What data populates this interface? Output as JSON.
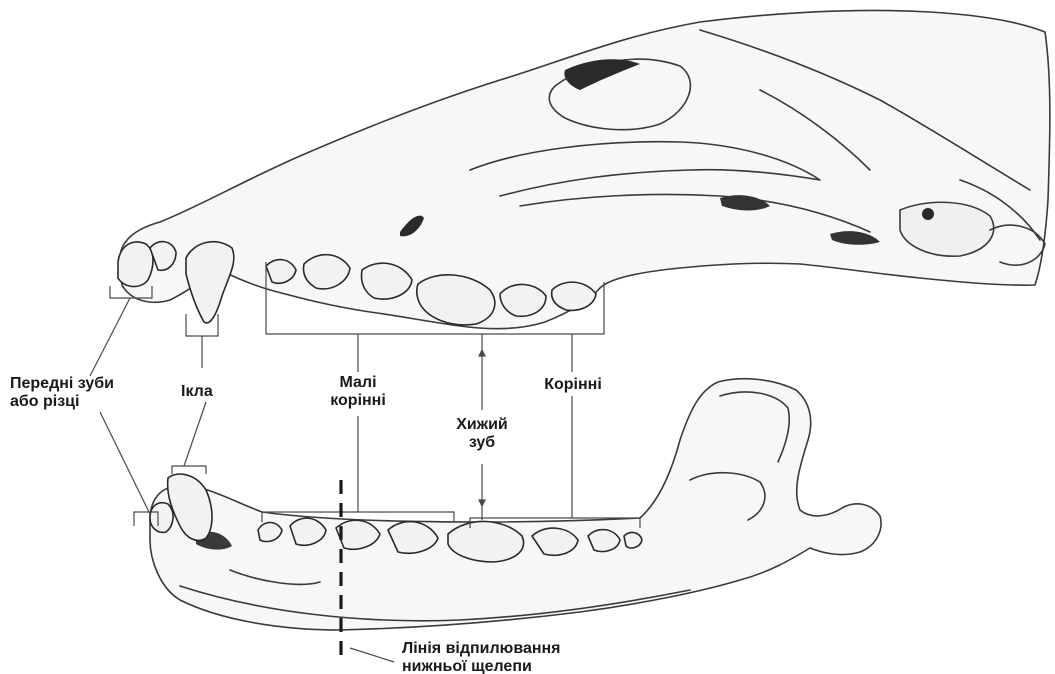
{
  "labels": {
    "incisors_line1": "Передні зуби",
    "incisors_line2": "або різці",
    "canines": "Ікла",
    "premolars_line1": "Малі",
    "premolars_line2": "корінні",
    "carnassial_line1": "Хижий",
    "carnassial_line2": "зуб",
    "molars": "Корінні",
    "saw_line_line1": "Лінія відпилювання",
    "saw_line_line2": "нижньої щелепи"
  },
  "colors": {
    "ink": "#1a1a1a",
    "bone_outline": "#3a3a3a",
    "bone_fill": "#f3f3f3",
    "dark_detail": "#222222",
    "leader": "#4a4a4a"
  }
}
